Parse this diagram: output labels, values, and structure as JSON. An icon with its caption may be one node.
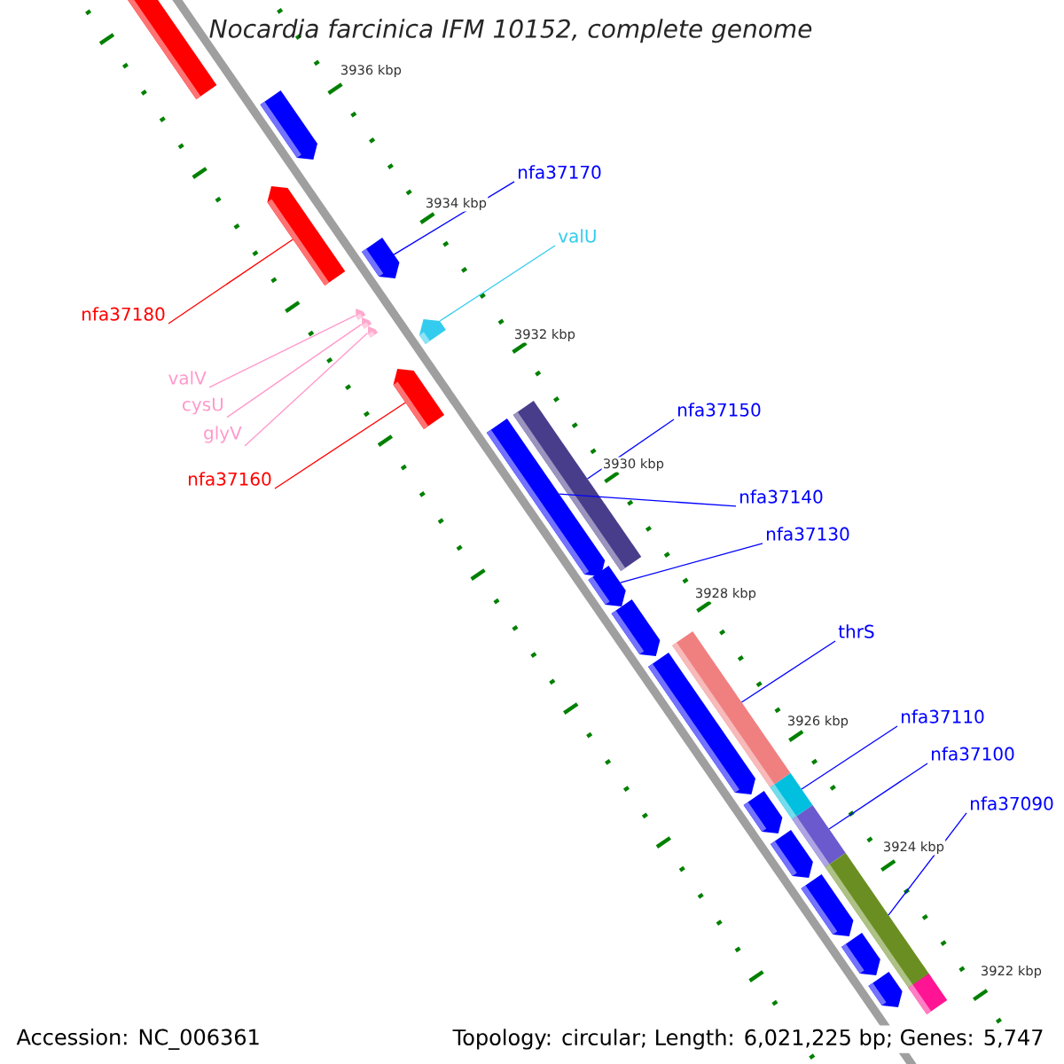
{
  "diagram": {
    "title": "Nocardia farcinica IFM 10152, complete genome",
    "nodes": [
      {
        "text": [],
        "shape": "bar"
      },
      {
        "text": [],
        "shape": "bar"
      },
      {
        "text": [],
        "shape": "bar"
      },
      {
        "text": [],
        "shape": "bar"
      },
      {
        "text": [],
        "shape": "bar"
      },
      {
        "text": [],
        "shape": "bar"
      },
      {
        "text": [],
        "shape": "bar"
      },
      {
        "text": [],
        "shape": "bar"
      },
      {
        "text": [],
        "shape": "bar"
      },
      {
        "text": [],
        "shape": "bar"
      },
      {
        "text": [],
        "shape": "bar"
      },
      {
        "text": [],
        "shape": "bar"
      },
      {
        "text": [],
        "shape": "bar"
      },
      {
        "text": [],
        "shape": "bar"
      },
      {
        "text": [],
        "shape": "bar"
      },
      {
        "text": [],
        "shape": "bar"
      },
      {
        "text": [],
        "shape": "bar"
      },
      {
        "text": [],
        "shape": "bar"
      },
      {
        "text": [],
        "shape": "bar"
      },
      {
        "text": [],
        "shape": "bar"
      },
      {
        "text": [],
        "shape": "bar"
      },
      {
        "text": [],
        "shape": "bar"
      },
      {
        "text": [],
        "shape": "bar"
      },
      {
        "text": [],
        "shape": "bar"
      },
      {
        "text": [
          "nfa37170"
        ]
      },
      {
        "text": [
          "valU"
        ]
      },
      {
        "text": [
          "nfa37180"
        ]
      },
      {
        "text": [
          "valV"
        ]
      },
      {
        "text": [
          "cysU"
        ]
      },
      {
        "text": [
          "glyV"
        ]
      },
      {
        "text": [
          "nfa37160"
        ]
      },
      {
        "text": [
          "nfa37150"
        ]
      },
      {
        "text": [
          "nfa37140"
        ]
      },
      {
        "text": [
          "nfa37130"
        ]
      },
      {
        "text": [
          "thrS"
        ]
      },
      {
        "text": [
          "nfa37110"
        ]
      },
      {
        "text": [
          "nfa37100"
        ]
      },
      {
        "text": [
          "nfa37090"
        ]
      }
    ],
    "edges": [
      {
        "from": 24,
        "to": 3,
        "arrow": "none"
      },
      {
        "from": 25,
        "to": 7,
        "arrow": "none",
        "color": "#33ccee"
      },
      {
        "from": 26,
        "to": 2,
        "arrow": "none",
        "color": "#ff0000"
      },
      {
        "from": 27,
        "to": 4,
        "arrow": "none",
        "color": "#ff99cc"
      },
      {
        "from": 28,
        "to": 5,
        "arrow": "none",
        "color": "#ff99cc"
      },
      {
        "from": 29,
        "to": 6,
        "arrow": "none",
        "color": "#ff99cc"
      },
      {
        "from": 30,
        "to": 8,
        "arrow": "none",
        "color": "#ff0000"
      },
      {
        "from": 31,
        "to": 9,
        "arrow": "none"
      },
      {
        "from": 32,
        "to": 10,
        "arrow": "none"
      },
      {
        "from": 33,
        "to": 11,
        "arrow": "none"
      },
      {
        "from": 34,
        "to": 13,
        "arrow": "none"
      },
      {
        "from": 35,
        "to": 15,
        "arrow": "none"
      },
      {
        "from": 36,
        "to": 17,
        "arrow": "none"
      },
      {
        "from": 37,
        "to": 19,
        "arrow": "none"
      }
    ],
    "labels": [
      "3936 kbp",
      "3934 kbp",
      "3932 kbp",
      "3930 kbp",
      "3928 kbp",
      "3926 kbp",
      "3924 kbp",
      "3922 kbp",
      "Accession: NC_006361",
      "Topology: circular; Length: 6,021,225 bp; Genes: 5,747"
    ]
  }
}
